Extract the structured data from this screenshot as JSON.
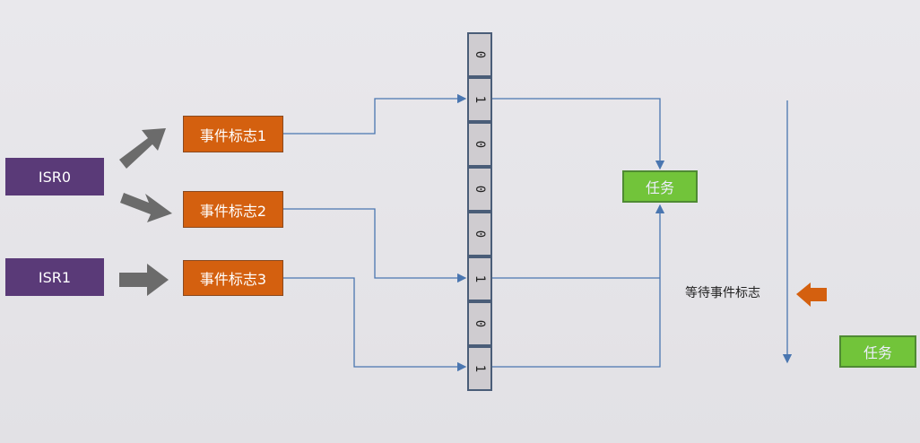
{
  "isrs": [
    {
      "label": "ISR0"
    },
    {
      "label": "ISR1"
    }
  ],
  "flags": [
    {
      "label": "事件标志1"
    },
    {
      "label": "事件标志2"
    },
    {
      "label": "事件标志3"
    }
  ],
  "bits": [
    "0",
    "1",
    "0",
    "0",
    "0",
    "1",
    "0",
    "1"
  ],
  "task_label": "任务",
  "waiting_task_label": "任务",
  "wait_label": "等待事件标志",
  "colors": {
    "isr": "#5a3a78",
    "flag": "#d4600f",
    "task": "#72c43a",
    "line": "#4a76b0",
    "arrow_gray": "#6b6b6b"
  }
}
